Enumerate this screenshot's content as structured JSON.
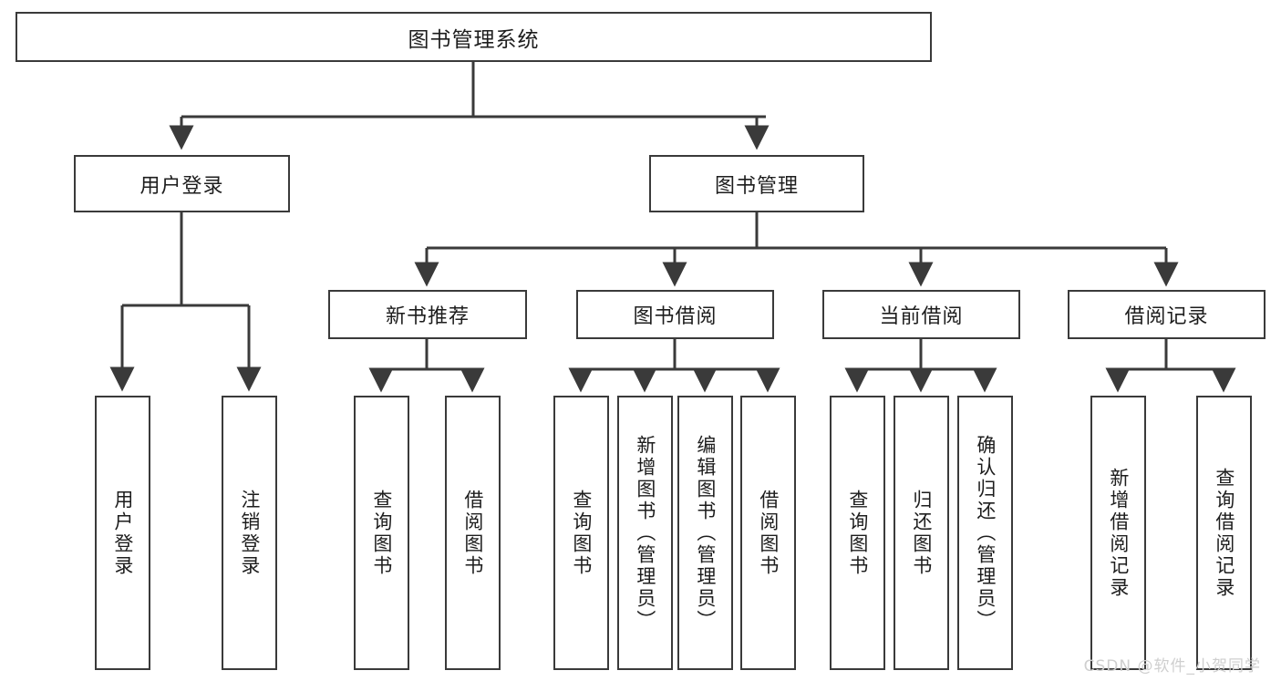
{
  "diagram": {
    "title": "图书管理系统",
    "type": "tree-hierarchy-diagram",
    "watermark": "CSDN @软件_小贺同学",
    "colors": {
      "border": "#3a3a3a",
      "background": "#ffffff",
      "text": "#1d1d1d",
      "watermark": "#cfcfcf"
    }
  },
  "nodes": {
    "root": {
      "label": "图书管理系统"
    },
    "level1": [
      {
        "id": "user-login",
        "label": "用户登录"
      },
      {
        "id": "book-management",
        "label": "图书管理"
      }
    ],
    "level2": [
      {
        "id": "new-book-recommend",
        "label": "新书推荐",
        "parent": "book-management"
      },
      {
        "id": "book-borrow",
        "label": "图书借阅",
        "parent": "book-management"
      },
      {
        "id": "current-borrow",
        "label": "当前借阅",
        "parent": "book-management"
      },
      {
        "id": "borrow-record",
        "label": "借阅记录",
        "parent": "book-management"
      }
    ],
    "leaves": {
      "user-login": [
        {
          "id": "leaf-user-login",
          "label": "用户登录"
        },
        {
          "id": "leaf-logout-login",
          "label": "注销登录"
        }
      ],
      "new-book-recommend": [
        {
          "id": "leaf-query-book-1",
          "label": "查询图书"
        },
        {
          "id": "leaf-borrow-book-1",
          "label": "借阅图书"
        }
      ],
      "book-borrow": [
        {
          "id": "leaf-query-book-2",
          "label": "查询图书"
        },
        {
          "id": "leaf-add-book",
          "label": "新增图书（管理员）"
        },
        {
          "id": "leaf-edit-book",
          "label": "编辑图书（管理员）"
        },
        {
          "id": "leaf-borrow-book-2",
          "label": "借阅图书"
        }
      ],
      "current-borrow": [
        {
          "id": "leaf-query-book-3",
          "label": "查询图书"
        },
        {
          "id": "leaf-return-book",
          "label": "归还图书"
        },
        {
          "id": "leaf-confirm-return",
          "label": "确认归还（管理员）"
        }
      ],
      "borrow-record": [
        {
          "id": "leaf-add-record",
          "label": "新增借阅记录"
        },
        {
          "id": "leaf-query-record",
          "label": "查询借阅记录"
        }
      ]
    }
  }
}
